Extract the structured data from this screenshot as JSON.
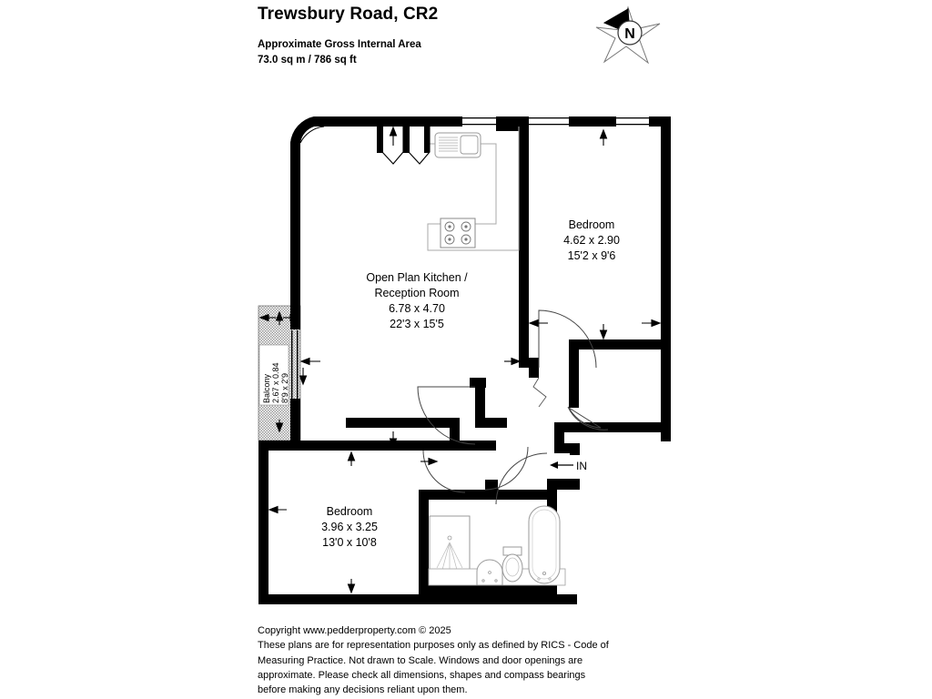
{
  "header": {
    "title": "Trewsbury Road, CR2",
    "area_caption": "Approximate Gross Internal Area",
    "area_value": "73.0 sq m / 786 sq ft"
  },
  "compass": {
    "north_label": "N",
    "icon": "compass-rose-icon"
  },
  "plan": {
    "rooms": [
      {
        "id": "open-plan-kitchen-reception",
        "name_line1": "Open Plan Kitchen /",
        "name_line2": "Reception Room",
        "metric": "6.78 x 4.70",
        "imperial": "22'3 x 15'5"
      },
      {
        "id": "bedroom-1",
        "name_line1": "Bedroom",
        "name_line2": "",
        "metric": "4.62 x 2.90",
        "imperial": "15'2 x 9'6"
      },
      {
        "id": "bedroom-2",
        "name_line1": "Bedroom",
        "name_line2": "",
        "metric": "3.96 x 3.25",
        "imperial": "13'0 x 10'8"
      },
      {
        "id": "balcony",
        "name_line1": "Balcony",
        "name_line2": "",
        "metric": "2.67 x 0.84",
        "imperial": "8'9 x 2'9"
      }
    ],
    "entrance_label": "IN",
    "fixtures": [
      "kitchen-sink-icon",
      "kitchen-hob-icon",
      "shower-icon",
      "wash-basin-icon",
      "toilet-icon",
      "bathtub-icon"
    ],
    "colors": {
      "wall": "#000000",
      "fixture_outline": "#888888",
      "balcony_fill": "#c9c9c9",
      "background": "#ffffff"
    }
  },
  "footer": {
    "line1": "Copyright www.pedderproperty.com © 2025",
    "line2": "These plans are for representation purposes only as defined by RICS - Code of",
    "line3": "Measuring Practice. Not drawn to Scale. Windows and door openings are",
    "line4": "approximate. Please check all dimensions, shapes and compass bearings",
    "line5": "before making any decisions reliant upon them."
  }
}
